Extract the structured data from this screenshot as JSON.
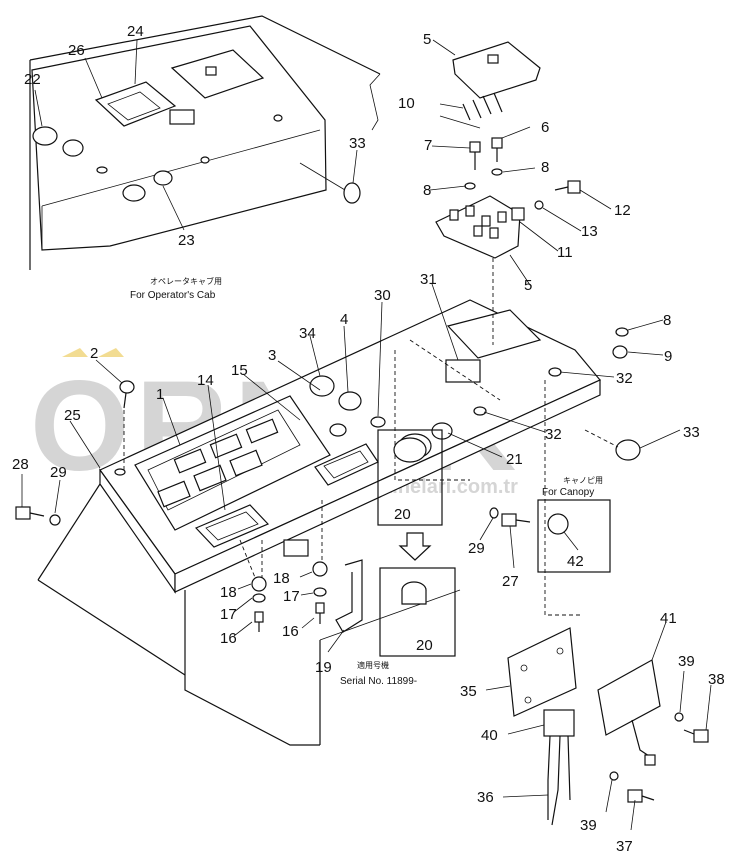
{
  "callouts": {
    "c1": "1",
    "c2": "2",
    "c3": "3",
    "c4": "4",
    "c5a": "5",
    "c5b": "5",
    "c6": "6",
    "c7": "7",
    "c8a": "8",
    "c8b": "8",
    "c8c": "8",
    "c9": "9",
    "c10": "10",
    "c11": "11",
    "c12": "12",
    "c13": "13",
    "c14": "14",
    "c15": "15",
    "c16a": "16",
    "c16b": "16",
    "c17a": "17",
    "c17b": "17",
    "c18a": "18",
    "c18b": "18",
    "c19": "19",
    "c20a": "20",
    "c20b": "20",
    "c21": "21",
    "c22": "22",
    "c23": "23",
    "c24": "24",
    "c25": "25",
    "c26": "26",
    "c27": "27",
    "c28": "28",
    "c29a": "29",
    "c29b": "29",
    "c30": "30",
    "c31": "31",
    "c32a": "32",
    "c32b": "32",
    "c33a": "33",
    "c33b": "33",
    "c34": "34",
    "c35": "35",
    "c36": "36",
    "c37": "37",
    "c38": "38",
    "c39a": "39",
    "c39b": "39",
    "c40": "40",
    "c41": "41",
    "c42": "42"
  },
  "captions": {
    "operator_cab_jp": "オペレータキャブ用",
    "operator_cab_en": "For Operator's Cab",
    "canopy_jp": "キャノピ用",
    "canopy_en": "For Canopy",
    "serial_jp": "適用号機",
    "serial_en": "Serial No. 11899-"
  },
  "watermark": {
    "logo": "ORNEK",
    "url": "isimakinelari.com.tr",
    "color": "#b4b4b4",
    "accent": "#e8c13a"
  }
}
